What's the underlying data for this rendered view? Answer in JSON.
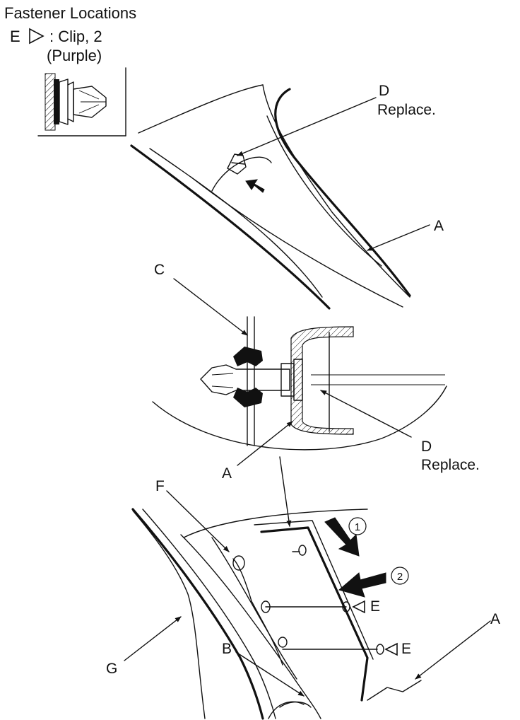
{
  "legend": {
    "title": "Fastener Locations",
    "symbol_letter": "E",
    "symbol_icon": "triangle-outline-right",
    "clip_text": ": Clip, 2",
    "clip_color": "(Purple)"
  },
  "callouts": {
    "d_top_letter": "D",
    "d_top_note": "Replace.",
    "a_upper": "A",
    "c_label": "C",
    "d_mid_letter": "D",
    "d_mid_note": "Replace.",
    "a_mid": "A",
    "f_label": "F",
    "step_1": "1",
    "step_2": "2",
    "e_upper": "E",
    "e_lower": "E",
    "a_lower": "A",
    "g_label": "G",
    "b_label": "B"
  }
}
